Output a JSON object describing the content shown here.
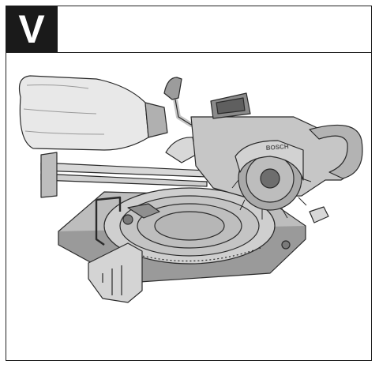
{
  "section": {
    "label": "V"
  },
  "illustration": {
    "brand_text": "BOSCH",
    "icon": "miter-saw-illustration",
    "colors": {
      "body": "#b9b9b9",
      "body_light": "#d9d9d9",
      "body_dark": "#7a7a7a",
      "outline": "#2a2a2a",
      "dust_bag": "#e8e8e8"
    }
  }
}
